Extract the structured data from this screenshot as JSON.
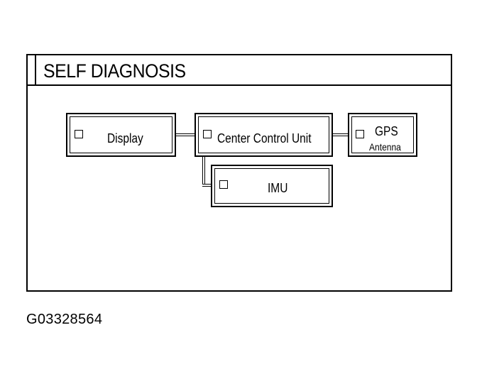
{
  "screen": {
    "title": "SELF DIAGNOSIS"
  },
  "units": {
    "display": {
      "label": "Display"
    },
    "center_control": {
      "label": "Center Control Unit"
    },
    "gps": {
      "label_line1": "GPS",
      "label_line2": "Antenna"
    },
    "imu": {
      "label": "IMU"
    }
  },
  "figure": {
    "code": "G03328564"
  }
}
